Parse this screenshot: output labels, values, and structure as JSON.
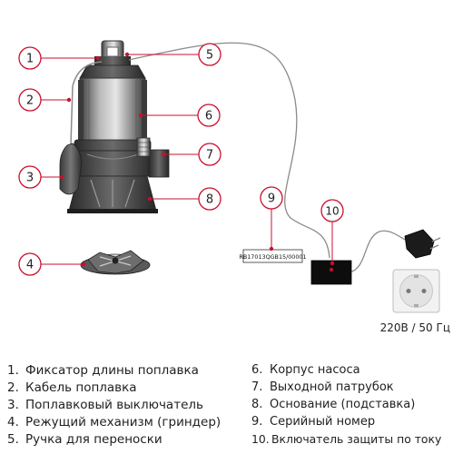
{
  "callouts": [
    {
      "num": "1"
    },
    {
      "num": "2"
    },
    {
      "num": "3"
    },
    {
      "num": "4"
    },
    {
      "num": "5"
    },
    {
      "num": "6"
    },
    {
      "num": "7"
    },
    {
      "num": "8"
    },
    {
      "num": "9"
    },
    {
      "num": "10"
    }
  ],
  "serial_label": "RB17013QGB15/00001",
  "voltage_label": "220В / 50 Гц",
  "legend": [
    {
      "num": "1.",
      "text": "Фиксатор длины поплавка"
    },
    {
      "num": "2.",
      "text": "Кабель поплавка"
    },
    {
      "num": "3.",
      "text": "Поплавковый выключатель"
    },
    {
      "num": "4.",
      "text": "Режущий механизм (гриндер)"
    },
    {
      "num": "5.",
      "text": "Ручка для переноски"
    },
    {
      "num": "6.",
      "text": "Корпус насоса"
    },
    {
      "num": "7.",
      "text": "Выходной патрубок"
    },
    {
      "num": "8.",
      "text": "Основание (подставка)"
    },
    {
      "num": "9.",
      "text": "Серийный номер"
    },
    {
      "num": "10.",
      "text": "Включатель защиты по току"
    }
  ],
  "colors": {
    "accent": "#c8102e",
    "line": "#888888",
    "pump": "#5a5a5a"
  }
}
